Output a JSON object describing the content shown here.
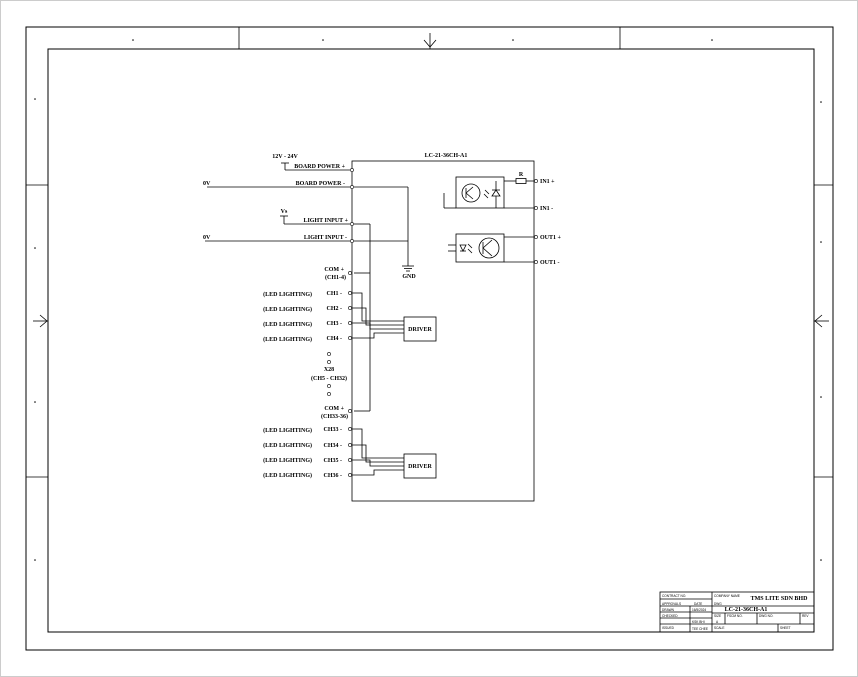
{
  "diagram": {
    "module_title": "LC-21-36CH-A1",
    "power": {
      "voltage_label": "12V - 24V",
      "board_power_plus": "BOARD POWER +",
      "board_power_minus": "BOARD POWER -",
      "zero_v_1": "0V",
      "light_input_plus": "LIGHT INPUT +",
      "light_input_minus": "LIGHT INPUT -",
      "vs_label": "Vs",
      "zero_v_2": "0V",
      "gnd_label": "GND"
    },
    "group1": {
      "com": "COM +",
      "com_range": "(CH1-4)",
      "channels": [
        "CH1 -",
        "CH2 -",
        "CH3 -",
        "CH4 -"
      ],
      "loads": [
        "(LED LIGHTING)",
        "(LED LIGHTING)",
        "(LED LIGHTING)",
        "(LED LIGHTING)"
      ],
      "driver": "DRIVER"
    },
    "middle": {
      "multiplier": "X28",
      "range": "(CH5 - CH32)"
    },
    "group2": {
      "com": "COM +",
      "com_range": "(CH33-36)",
      "channels": [
        "CH33 -",
        "CH34 -",
        "CH35 -",
        "CH36 -"
      ],
      "loads": [
        "(LED LIGHTING)",
        "(LED LIGHTING)",
        "(LED LIGHTING)",
        "(LED LIGHTING)"
      ],
      "driver": "DRIVER"
    },
    "io": {
      "resistor": "R",
      "in1_plus": "IN1 +",
      "in1_minus": "IN1 -",
      "out1_plus": "OUT1 +",
      "out1_minus": "OUT1 -"
    }
  },
  "title_block": {
    "contract_no": "CONTRACT NO.",
    "company_name_label": "COMPANY NAME",
    "company_name": "TMS LITE SDN BHD",
    "approvals": "APPROVALS",
    "date": "DATE",
    "dwg_label": "DWG",
    "drawing_title": "LC-21-36CH-A1",
    "drawn": "DRAWN",
    "drawn_date": "16/5/2024",
    "checked": "CHECKED",
    "checked_by": "KSK BHI",
    "size_label": "SIZE",
    "size_value": "A",
    "fscm_label": "FSCM NO.",
    "dwg_no_label": "DWG NO.",
    "rev_label": "REV",
    "issued": "ISSUED",
    "issued_by": "TEE CHEE",
    "scale_label": "SCALE",
    "sheet_label": "SHEET"
  }
}
